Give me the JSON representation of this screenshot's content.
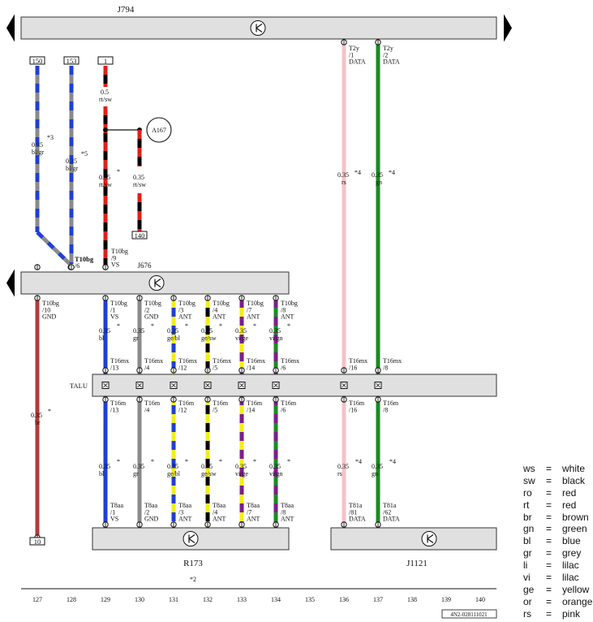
{
  "components": {
    "j794": {
      "name": "J794"
    },
    "j676": {
      "name": "J676"
    },
    "talu": {
      "name": "TALU"
    },
    "r173": {
      "name": "R173",
      "note": "*2"
    },
    "j1121": {
      "name": "J1121"
    },
    "a167": {
      "name": "A167"
    }
  },
  "boxed_labels": [
    "150",
    "153",
    "1",
    "140",
    "10"
  ],
  "wires": [
    {
      "id": "w127",
      "column": 127,
      "pins": [
        "T10bg",
        "/10",
        "GND"
      ],
      "gauge": "0.35",
      "color_code": "br",
      "note": "*",
      "colors": [
        "#b23a3a"
      ]
    },
    {
      "id": "w128a",
      "column": 127.5,
      "top_terminal": "150",
      "gauge": "0.35",
      "color_code": "bl/gr",
      "note": "*3",
      "colors": [
        "#1f3fd6",
        "#8a8a8a"
      ]
    },
    {
      "id": "w128b",
      "column": 128,
      "top_terminal": "153",
      "gauge": "0.35",
      "color_code": "bl/gr",
      "note": "*5",
      "colors": [
        "#1f3fd6",
        "#8a8a8a"
      ]
    },
    {
      "id": "w129",
      "column": 129,
      "top_terminal": "1",
      "top_gauge": "0.5",
      "top_color_code": "rt/sw",
      "pins_j676": [
        "T10bg",
        "/9",
        "VS"
      ],
      "gauge": "0.35",
      "color_code": "rt/sw",
      "note": "*",
      "colors": [
        "#e0201c",
        "#000000"
      ]
    },
    {
      "id": "w130",
      "column": 130,
      "bottom_terminal": "140",
      "gauge": "0.35",
      "color_code": "rt/sw",
      "colors": [
        "#e0201c",
        "#000000"
      ]
    }
  ],
  "bus_lines": [
    {
      "id": "c129",
      "column": 129,
      "upper_pins": [
        "T10bg",
        "/1",
        "VS"
      ],
      "gauge": "0.35",
      "color_code": "bl",
      "note": "*",
      "mid_upper": [
        "T16mx",
        "/13"
      ],
      "mid_lower": [
        "T16m",
        "/13"
      ],
      "gauge2": "0.35",
      "color_code2": "bl",
      "note2": "*",
      "lower_pins": [
        "T8aa",
        "/1",
        "VS"
      ],
      "colors": [
        "#1f3fd6"
      ]
    },
    {
      "id": "c130",
      "column": 130,
      "upper_pins": [
        "T10bg",
        "/2",
        "GND"
      ],
      "gauge": "0.35",
      "color_code": "gr",
      "note": "*",
      "mid_upper": [
        "T16mx",
        "/4"
      ],
      "mid_lower": [
        "T16m",
        "/4"
      ],
      "gauge2": "0.35",
      "color_code2": "gr",
      "note2": "*",
      "lower_pins": [
        "T8aa",
        "/2",
        "GND"
      ],
      "colors": [
        "#8a8a8a"
      ]
    },
    {
      "id": "c131",
      "column": 131,
      "upper_pins": [
        "T10bg",
        "/3",
        "ANT"
      ],
      "gauge": "0.35",
      "color_code": "ge/bl",
      "note": "*",
      "mid_upper": [
        "T16mx",
        "/12"
      ],
      "mid_lower": [
        "T16m",
        "/12"
      ],
      "gauge2": "0.35",
      "color_code2": "ge/bl",
      "note2": "*",
      "lower_pins": [
        "T8aa",
        "/3",
        "ANT"
      ],
      "colors": [
        "#f2ee1a",
        "#1f3fd6"
      ]
    },
    {
      "id": "c132",
      "column": 132,
      "upper_pins": [
        "T10bg",
        "/4",
        "ANT"
      ],
      "gauge": "0.35",
      "color_code": "ge/sw",
      "note": "*",
      "mid_upper": [
        "T16mx",
        "/5"
      ],
      "mid_lower": [
        "T16m",
        "/5"
      ],
      "gauge2": "0.35",
      "color_code2": "ge/sw",
      "note2": "*",
      "lower_pins": [
        "T8aa",
        "/4",
        "ANT"
      ],
      "colors": [
        "#f2ee1a",
        "#000000"
      ]
    },
    {
      "id": "c133",
      "column": 133,
      "upper_pins": [
        "T10bg",
        "/7",
        "ANT"
      ],
      "gauge": "0.35",
      "color_code": "vi/ge",
      "note": "*",
      "mid_upper": [
        "T16mx",
        "/14"
      ],
      "mid_lower": [
        "T16m",
        "/14"
      ],
      "gauge2": "0.35",
      "color_code2": "vi/ge",
      "note2": "*",
      "lower_pins": [
        "T8aa",
        "/7",
        "ANT"
      ],
      "colors": [
        "#7a1f8a",
        "#f2ee1a"
      ]
    },
    {
      "id": "c134",
      "column": 134,
      "upper_pins": [
        "T10bg",
        "/8",
        "ANT"
      ],
      "gauge": "0.35",
      "color_code": "vi/gn",
      "note": "*",
      "mid_upper": [
        "T16mx",
        "/6"
      ],
      "mid_lower": [
        "T16m",
        "/6"
      ],
      "gauge2": "0.35",
      "color_code2": "vi/gn",
      "note2": "*",
      "lower_pins": [
        "T8aa",
        "/8",
        "ANT"
      ],
      "colors": [
        "#7a1f8a",
        "#1a8a22"
      ]
    },
    {
      "id": "c136",
      "column": 136,
      "upper_pins": [
        "T2y",
        "/1",
        "DATA"
      ],
      "gauge": "0.35",
      "color_code": "rs",
      "note": "*4",
      "mid_upper": [
        "T16mx",
        "/16"
      ],
      "mid_lower": [
        "T16m",
        "/16"
      ],
      "gauge2": "0.35",
      "color_code2": "rs",
      "note2": "*4",
      "lower_pins": [
        "T81a",
        "/81",
        "DATA"
      ],
      "colors": [
        "#f5c2c8"
      ]
    },
    {
      "id": "c137",
      "column": 137,
      "upper_pins": [
        "T2y",
        "/2",
        "DATA"
      ],
      "gauge": "0.35",
      "color_code": "gn",
      "note": "*4",
      "mid_upper": [
        "T16mx",
        "/8"
      ],
      "mid_lower": [
        "T16m",
        "/8"
      ],
      "gauge2": "0.35",
      "color_code2": "gn",
      "note2": "*4",
      "lower_pins": [
        "T81a",
        "/62",
        "DATA"
      ],
      "colors": [
        "#1a8a22"
      ]
    }
  ],
  "junction_labels": {
    "t10bg": "T10bg",
    "t10bg_pin": "/6"
  },
  "columns": [
    "127",
    "128",
    "129",
    "130",
    "131",
    "132",
    "133",
    "134",
    "135",
    "136",
    "137",
    "138",
    "139",
    "140"
  ],
  "footer_code": "4N2-028111021",
  "legend": [
    {
      "code": "ws",
      "eq": "=",
      "name": "white"
    },
    {
      "code": "sw",
      "eq": "=",
      "name": "black"
    },
    {
      "code": "ro",
      "eq": "=",
      "name": "red"
    },
    {
      "code": "rt",
      "eq": "=",
      "name": "red"
    },
    {
      "code": "br",
      "eq": "=",
      "name": "brown"
    },
    {
      "code": "gn",
      "eq": "=",
      "name": "green"
    },
    {
      "code": "bl",
      "eq": "=",
      "name": "blue"
    },
    {
      "code": "gr",
      "eq": "=",
      "name": "grey"
    },
    {
      "code": "li",
      "eq": "=",
      "name": "lilac"
    },
    {
      "code": "vi",
      "eq": "=",
      "name": "lilac"
    },
    {
      "code": "ge",
      "eq": "=",
      "name": "yellow"
    },
    {
      "code": "or",
      "eq": "=",
      "name": "orange"
    },
    {
      "code": "rs",
      "eq": "=",
      "name": "pink"
    }
  ],
  "icons": {
    "ground": "ground-symbol-icon",
    "arrow": "continuation-arrow-icon"
  },
  "colors": {
    "component_fill": "#e0e0e0",
    "outline": "#333333"
  }
}
